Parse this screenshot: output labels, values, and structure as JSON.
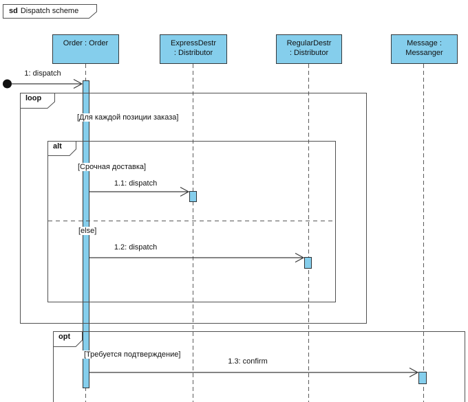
{
  "frame": {
    "keyword": "sd",
    "title": "Dispatch scheme"
  },
  "lifelines": [
    {
      "id": "order",
      "lines": [
        "Order : Order"
      ]
    },
    {
      "id": "express-destr",
      "lines": [
        "ExpressDestr",
        ": Distributor"
      ]
    },
    {
      "id": "regular-destr",
      "lines": [
        "RegularDestr",
        ": Distributor"
      ]
    },
    {
      "id": "messanger",
      "lines": [
        "Message :",
        "Messanger"
      ]
    }
  ],
  "fragments": [
    {
      "operator": "loop",
      "guard": "[Для каждой позиции заказа]"
    },
    {
      "operator": "alt",
      "guards": [
        "[Срочная доставка]",
        "[else]"
      ]
    },
    {
      "operator": "opt",
      "guard": "[Требуется подтверждение]"
    }
  ],
  "messages": [
    {
      "label": "1: dispatch",
      "from": "found",
      "to": "order"
    },
    {
      "label": "1.1: dispatch",
      "from": "order",
      "to": "express-destr"
    },
    {
      "label": "1.2: dispatch",
      "from": "order",
      "to": "regular-destr"
    },
    {
      "label": "1.3: confirm",
      "from": "order",
      "to": "messanger"
    }
  ],
  "colors": {
    "shape_fill": "#85ceec",
    "shape_border": "#33383b",
    "fragment_border": "#4f4f4f",
    "arrow": "#3a3a3a",
    "text": "#111111",
    "background": "#ffffff"
  }
}
